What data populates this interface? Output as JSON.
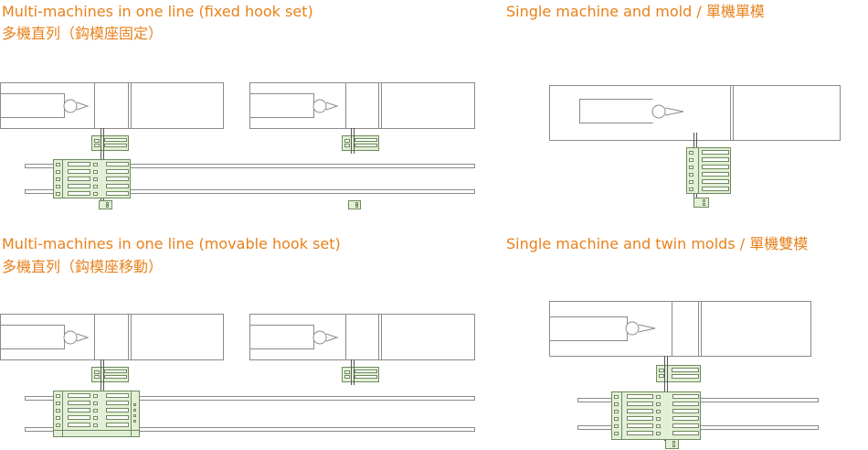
{
  "panels": [
    {
      "id": "fixed",
      "title_en": "Multi-machines in one line (fixed hook set)",
      "title_zh": "多機直列（鈎模座固定）"
    },
    {
      "id": "single",
      "title_en": "Single machine and mold / 單機單模"
    },
    {
      "id": "movable",
      "title_en": "Multi-machines in one line (movable hook set)",
      "title_zh": "多機直列（鈎模座移動）"
    },
    {
      "id": "twin",
      "title_en": "Single machine and twin molds / 單機雙模"
    }
  ],
  "colors": {
    "title": "#e8811c",
    "line": "#8a8a8a",
    "fill_green": "#e3efd6",
    "stroke_green": "#6f8a5e"
  }
}
